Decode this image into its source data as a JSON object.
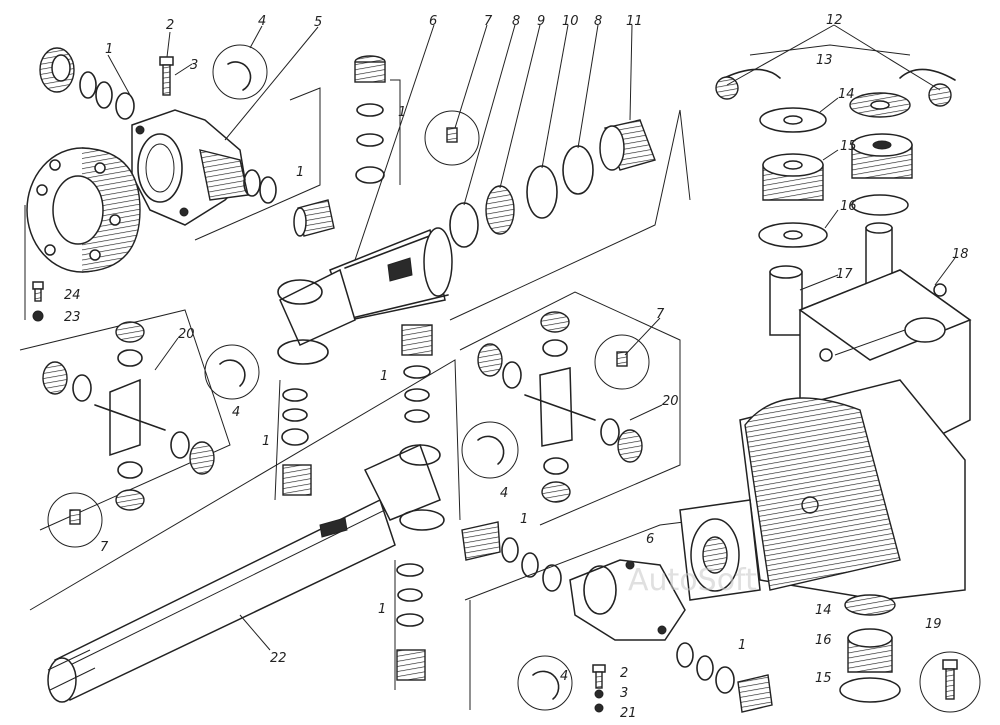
{
  "figure": {
    "callouts": {
      "c1": "1",
      "c2": "2",
      "c3": "3",
      "c4": "4",
      "c5": "5",
      "c6": "6",
      "c7": "7",
      "c8": "8",
      "c9": "9",
      "c10": "10",
      "c11": "11",
      "c12": "12",
      "c13": "13",
      "c14": "14",
      "c15": "15",
      "c16": "16",
      "c17": "17",
      "c18": "18",
      "c19": "19",
      "c20": "20",
      "c21": "21",
      "c22": "22",
      "c23": "23",
      "c24": "24"
    },
    "watermark": "AutoSoft"
  }
}
